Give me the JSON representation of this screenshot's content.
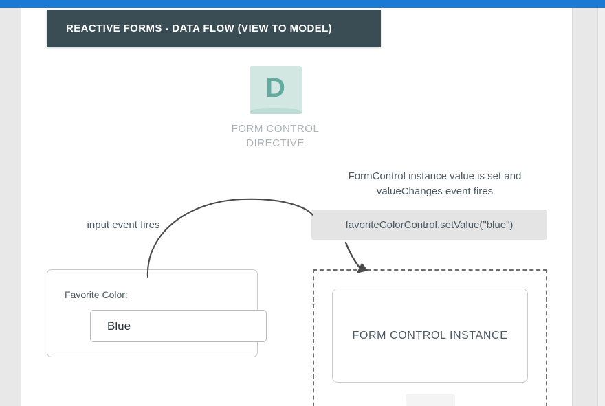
{
  "window": {
    "top_bar_color": "#1b7ad4",
    "gutter_color": "#e8e8e8",
    "canvas_color": "#ffffff"
  },
  "diagram": {
    "title": "REACTIVE FORMS - DATA FLOW (VIEW TO MODEL)",
    "title_bar_color": "#3b4d54",
    "title_text_color": "#ffffff",
    "directive": {
      "icon_letter": "D",
      "icon_bg_color": "#d3e7e2",
      "icon_letter_color": "#64aba2",
      "label": "FORM CONTROL DIRECTIVE",
      "label_color": "#a9b2b7"
    },
    "captions": [
      {
        "id": "input-event",
        "text": "input event fires",
        "color": "#4c5a63"
      },
      {
        "id": "valuechanges",
        "text": "FormControl instance value is set and valueChanges event fires",
        "color": "#4c5a63"
      }
    ],
    "code_pill": {
      "text": "favoriteColorControl.setValue(\"blue\")",
      "bg_color": "#e4e4e4",
      "text_color": "#4c5a63"
    },
    "view_card": {
      "field_label": "Favorite Color:",
      "field_value": "Blue",
      "border_color": "#c9c9c9"
    },
    "model_container": {
      "border_style": "dashed",
      "border_color": "#6f6f6f",
      "inner_card_text": "FORM CONTROL INSTANCE",
      "inner_card_border_color": "#cbcbcb"
    },
    "arrows": [
      {
        "id": "input-event-arc",
        "from": "view-card",
        "to": "directive",
        "color": "#4a4a4a",
        "has_head": false
      },
      {
        "id": "setvalue-arrow",
        "from": "code-pill",
        "to": "model-container",
        "color": "#4a4a4a",
        "has_head": true
      }
    ]
  }
}
